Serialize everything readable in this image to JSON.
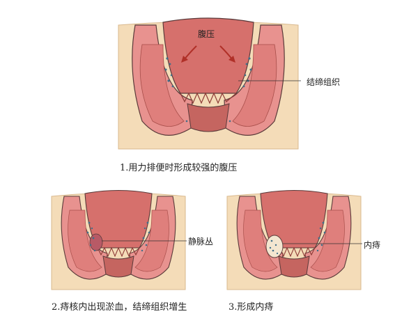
{
  "panels": [
    {
      "caption": "1.用力排便时形成较强的腹压",
      "labels": {
        "top": "腹压",
        "right": "结缔组织"
      }
    },
    {
      "caption": "2.痔核内出现淤血，结缔组织增生",
      "labels": {
        "right": "静脉丛"
      }
    },
    {
      "caption": "3.形成内痔",
      "labels": {
        "right": "内痔"
      }
    }
  ],
  "colors": {
    "skin": "#f4dcb8",
    "muscle": "#e8928f",
    "muscle_dark": "#c25b58",
    "lumen": "#d6706c",
    "outline": "#5a3a3a",
    "arrow": "#b03028",
    "speckle": "#3f6f8a"
  }
}
